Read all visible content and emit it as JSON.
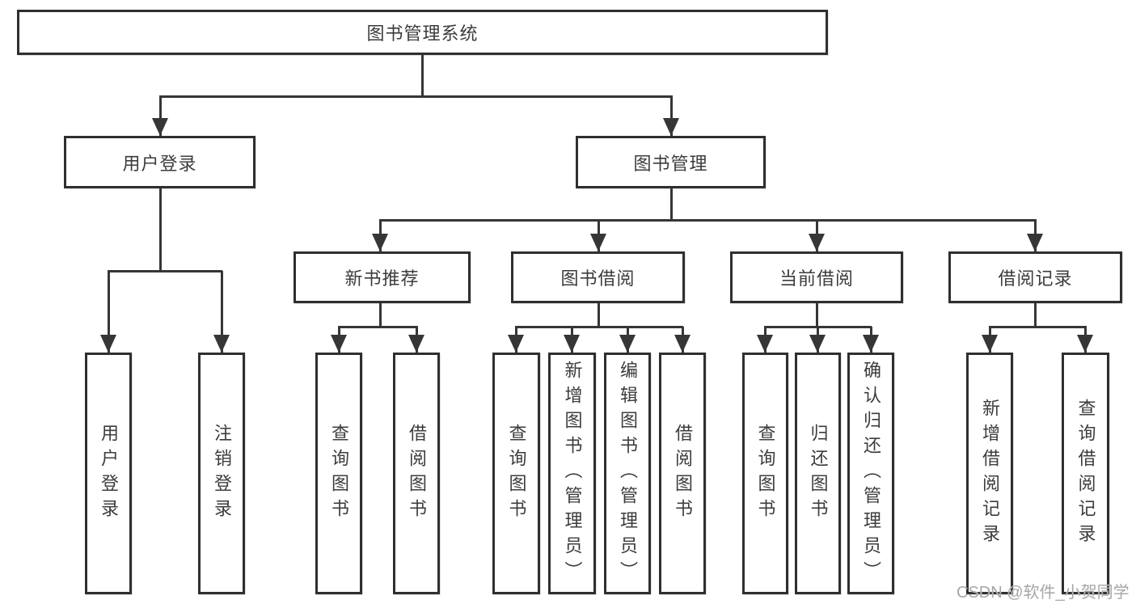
{
  "diagram": {
    "root": {
      "label": "图书管理系统"
    },
    "level2": [
      {
        "id": "user-login",
        "label": "用户登录"
      },
      {
        "id": "book-management",
        "label": "图书管理"
      }
    ],
    "level3": [
      {
        "id": "new-book-recommend",
        "label": "新书推荐"
      },
      {
        "id": "book-borrow",
        "label": "图书借阅"
      },
      {
        "id": "current-borrow",
        "label": "当前借阅"
      },
      {
        "id": "borrow-records",
        "label": "借阅记录"
      }
    ],
    "leaves": [
      {
        "group": "user-login",
        "label": "用户登录"
      },
      {
        "group": "user-login",
        "label": "注销登录"
      },
      {
        "group": "new-book-recommend",
        "label": "查询图书"
      },
      {
        "group": "new-book-recommend",
        "label": "借阅图书"
      },
      {
        "group": "book-borrow",
        "label": "查询图书"
      },
      {
        "group": "book-borrow",
        "label": "新增图书（管理员）"
      },
      {
        "group": "book-borrow",
        "label": "编辑图书（管理员）"
      },
      {
        "group": "book-borrow",
        "label": "借阅图书"
      },
      {
        "group": "current-borrow",
        "label": "查询图书"
      },
      {
        "group": "current-borrow",
        "label": "归还图书"
      },
      {
        "group": "current-borrow",
        "label": "确认归还（管理员）"
      },
      {
        "group": "borrow-records",
        "label": "新增借阅记录"
      },
      {
        "group": "borrow-records",
        "label": "查询借阅记录"
      }
    ],
    "colors": {
      "line": "#363636",
      "border": "#2f2f2f",
      "text": "#3c3c3c",
      "background": "#ffffff"
    }
  },
  "watermark": {
    "text": "CSDN @软件_小贺同学",
    "color": "#a6a6a6"
  }
}
